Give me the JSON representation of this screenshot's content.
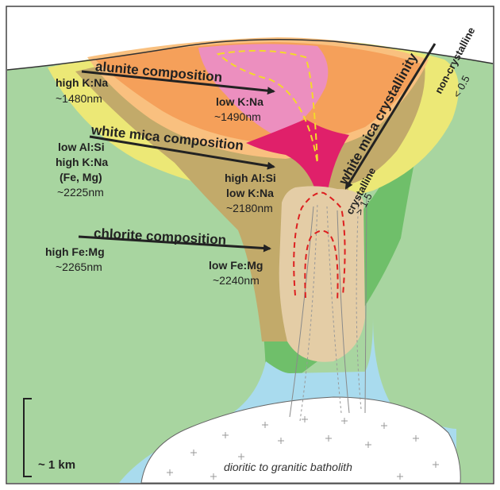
{
  "arrows": {
    "alunite": {
      "title": "alunite composition",
      "start": "high K:Na",
      "start_nm": "~1480nm",
      "end": "low K:Na",
      "end_nm": "~1490nm"
    },
    "white_mica": {
      "title": "white mica composition",
      "start_lines": [
        "low Al:Si",
        "high K:Na",
        "(Fe, Mg)"
      ],
      "start_nm": "~2225nm",
      "end_lines": [
        "high Al:Si",
        "low K:Na"
      ],
      "end_nm": "~2180nm"
    },
    "chlorite": {
      "title": "chlorite composition",
      "start": "high Fe:Mg",
      "start_nm": "~2265nm",
      "end": "low Fe:Mg",
      "end_nm": "~2240nm"
    },
    "crystallinity": {
      "title": "white mica crystallinity",
      "top": "non-crystalline",
      "top_value": "< 0.5",
      "bottom": "crystalline",
      "bottom_value": "> 1.5"
    }
  },
  "batholith_label": "dioritic to granitic batholith",
  "scale_label": "~ 1 km",
  "colors": {
    "propylitic_green": "#a8d5a0",
    "dark_green": "#6fbf6a",
    "argillic_yellow": "#ece876",
    "tan": "#c2aa6a",
    "orange": "#f5a05a",
    "light_orange": "#f9c07f",
    "pink": "#ec8fbf",
    "magenta": "#e0206a",
    "beige": "#e4cda6",
    "blue": "#a9dbee",
    "batholith": "#ffffff"
  }
}
